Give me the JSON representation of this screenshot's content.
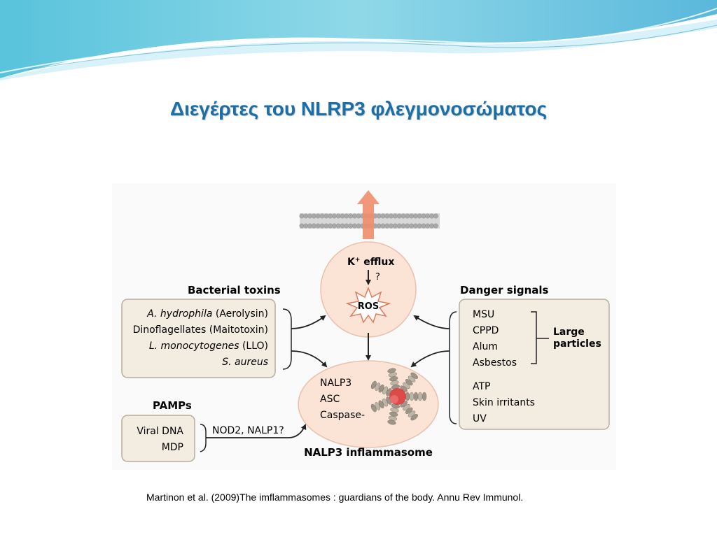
{
  "slide": {
    "title": "Διεγέρτες του NLRP3 φλεγμονοσώματος",
    "citation": "Martinon  et al. (2009)The imflammasomes : guardians of the body. Annu Rev Immunol."
  },
  "diagram": {
    "k_efflux": "K",
    "k_efflux_sup": "+",
    "k_efflux_rest": " efflux",
    "question_mark": "?",
    "ros": "ROS",
    "bacterial_toxins": {
      "title": "Bacterial toxins",
      "items": [
        {
          "italic": "A. hydrophila",
          "rest": " (Aerolysin)"
        },
        {
          "italic": "",
          "rest": "Dinoflagellates (Maitotoxin)"
        },
        {
          "italic": "L. monocytogenes",
          "rest": " (LLO)"
        },
        {
          "italic": "S. aureus",
          "rest": ""
        }
      ]
    },
    "danger_signals": {
      "title": "Danger signals",
      "large_group": [
        "MSU",
        "CPPD",
        "Alum",
        "Asbestos"
      ],
      "large_label_1": "Large",
      "large_label_2": "particles",
      "other_group": [
        "ATP",
        "Skin irritants",
        "UV"
      ]
    },
    "pamps": {
      "title": "PAMPs",
      "items": [
        "Viral DNA",
        "MDP"
      ],
      "receptor_label": "NOD2, NALP1?"
    },
    "inflammasome": {
      "components": [
        "NALP3",
        "ASC",
        "Caspase-"
      ],
      "label": "NALP3 inflammasome"
    }
  },
  "colors": {
    "title": "#1a6fa8",
    "cell_fill": "#fbe3d5",
    "box_fill": "#f2ece1",
    "box_stroke": "#b7ad9c",
    "arrow_up": "#ef8d6b",
    "membrane": "#b8b8b8"
  }
}
